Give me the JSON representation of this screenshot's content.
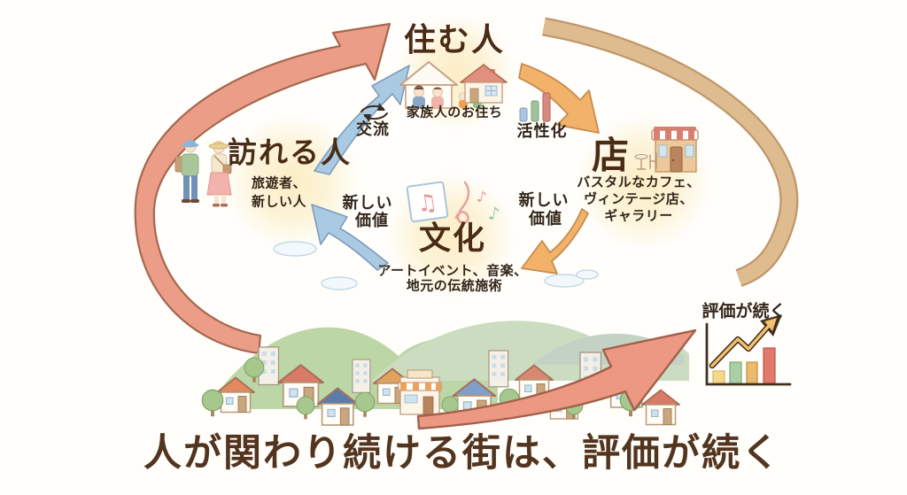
{
  "nodes": {
    "residents": {
      "title": "住む人",
      "caption": "家族人のお住ち"
    },
    "visitors": {
      "title": "訪れる人",
      "caption_line1": "旅遊者、",
      "caption_line2": "新しい人"
    },
    "shops": {
      "title": "店",
      "caption_line1": "バスタルなカフェ、",
      "caption_line2": "ヴィンテージ店、",
      "caption_line3": "ギャラリー"
    },
    "culture": {
      "title": "文化",
      "caption_line1": "アートイベント、音楽、",
      "caption_line2": "地元の伝統施術"
    }
  },
  "connectors": {
    "exchange": {
      "label": "交流"
    },
    "activation": {
      "label": "活性化"
    },
    "new_value_right": {
      "line1": "新しい",
      "line2": "価値"
    },
    "new_value_left": {
      "line1": "新しい",
      "line2": "価値"
    }
  },
  "result": {
    "label": "評価が続く"
  },
  "footer": {
    "caption": "人が関わり続ける街は、評価が続く"
  },
  "icons": {
    "exchange-arrows-icon": "⇄ two small cycle arrows",
    "activation-bars-icon": "three rising bars (blue/green/red)",
    "music-notes-icon": "♫ ♪ notes with treble clef card",
    "growth-chart-icon": "bar chart with rising zigzag arrow",
    "family-house-icon": "family in front of houses",
    "shop-icon": "storefront with striped awning and cafe table",
    "travelers-icon": "two travelers with hats and bags",
    "town-illustration": "watercolor town with hills, houses and trees"
  },
  "colors": {
    "salmon_arrow": "#EC9D87",
    "orange_arrow": "#F3B26A",
    "tan_arc": "#DFBC90",
    "blue_arrow": "#AACAE4",
    "glow_yellow": "#FBECC1",
    "title_brown": "#4A2B15",
    "text_brown": "#33251A",
    "bar_blue": "#A9C4DE",
    "bar_green": "#9FC49B",
    "bar_red": "#D8897F",
    "bar_yellow": "#F5D88A",
    "bar_orange": "#EBBA6D"
  }
}
